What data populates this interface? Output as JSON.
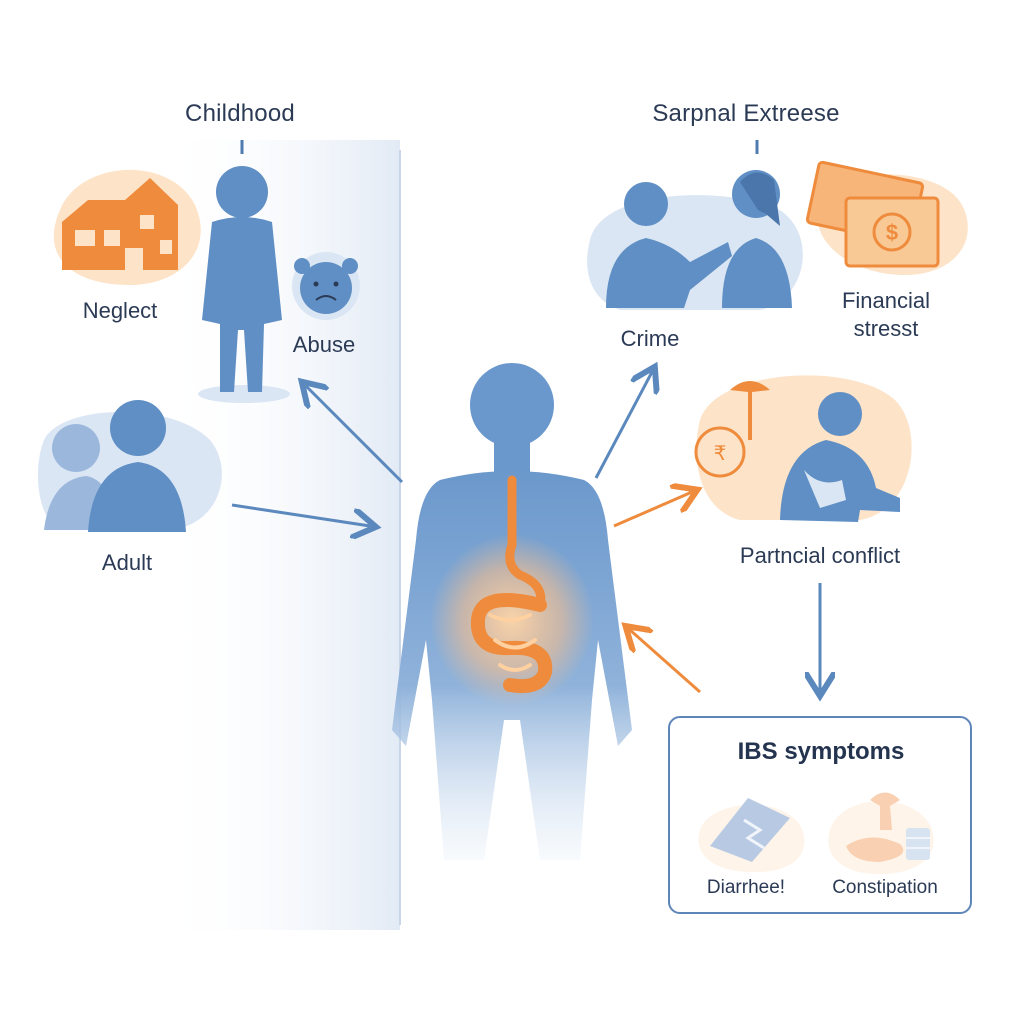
{
  "labels": {
    "childhood": "Childhood",
    "neglect": "Neglect",
    "abuse": "Abuse",
    "adult": "Adult",
    "stress_header": "Sarpnal Extreese",
    "crime": "Crime",
    "financial_line1": "Financial",
    "financial_line2": "stresst",
    "conflict": "Partncial conflict",
    "ibs_title": "IBS symptoms",
    "diarrhea": "Diarrhee!",
    "constipation": "Constipation"
  },
  "icons": {
    "house": "house-icon",
    "child": "child-silhouette-icon",
    "sad_face": "sad-face-icon",
    "adults": "adult-pair-icon",
    "crime": "crime-scene-icon",
    "money": "money-bills-icon",
    "conflict": "conflict-scene-icon",
    "body": "human-body-icon",
    "gut": "digestive-tract-icon",
    "diarrhea": "diarrhea-icon",
    "constipation": "constipation-icon"
  },
  "colors": {
    "blue": "#5f8fc4",
    "blue_light": "#dbe6f4",
    "orange": "#ef8b3c",
    "orange_light": "#fde3c8",
    "text": "#2b3a55",
    "box_border": "#5d86b8"
  }
}
